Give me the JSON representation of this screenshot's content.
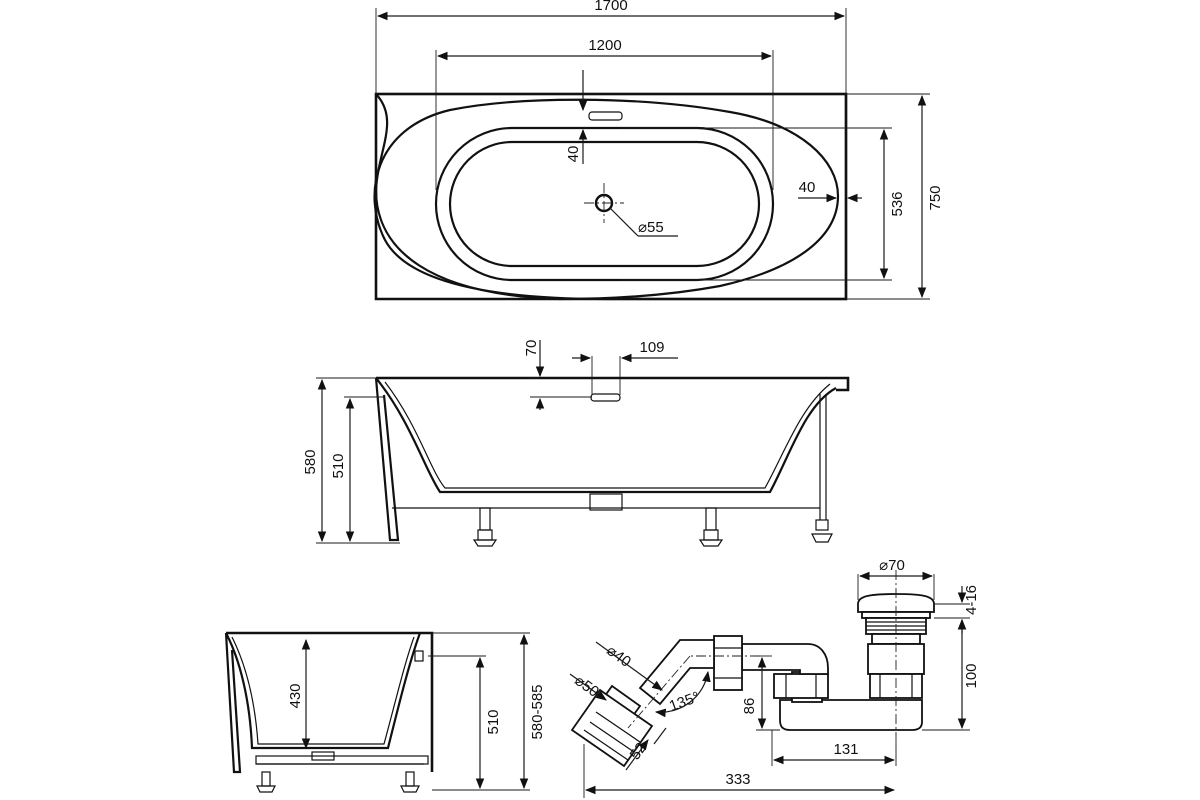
{
  "top_view": {
    "overall_length": "1700",
    "inner_length": "1200",
    "overall_width": "750",
    "inner_width": "536",
    "overflow_offset": "40",
    "rim_offset": "40",
    "drain_diameter": "⌀55"
  },
  "side_view": {
    "overflow_depth": "70",
    "overflow_width": "109",
    "total_height": "580",
    "tub_height": "510"
  },
  "end_view": {
    "inner_depth": "430",
    "rim_height": "510",
    "total_height": "580-585"
  },
  "siphon": {
    "drain_diameter": "⌀70",
    "plug_travel": "4-16",
    "drain_height": "100",
    "pipe_height": "86",
    "trap_width": "131",
    "total_length": "333",
    "outlet_diameter_large": "⌀50",
    "outlet_diameter_small": "⌀40",
    "outlet_length": "52",
    "elbow_angle": "135°"
  }
}
